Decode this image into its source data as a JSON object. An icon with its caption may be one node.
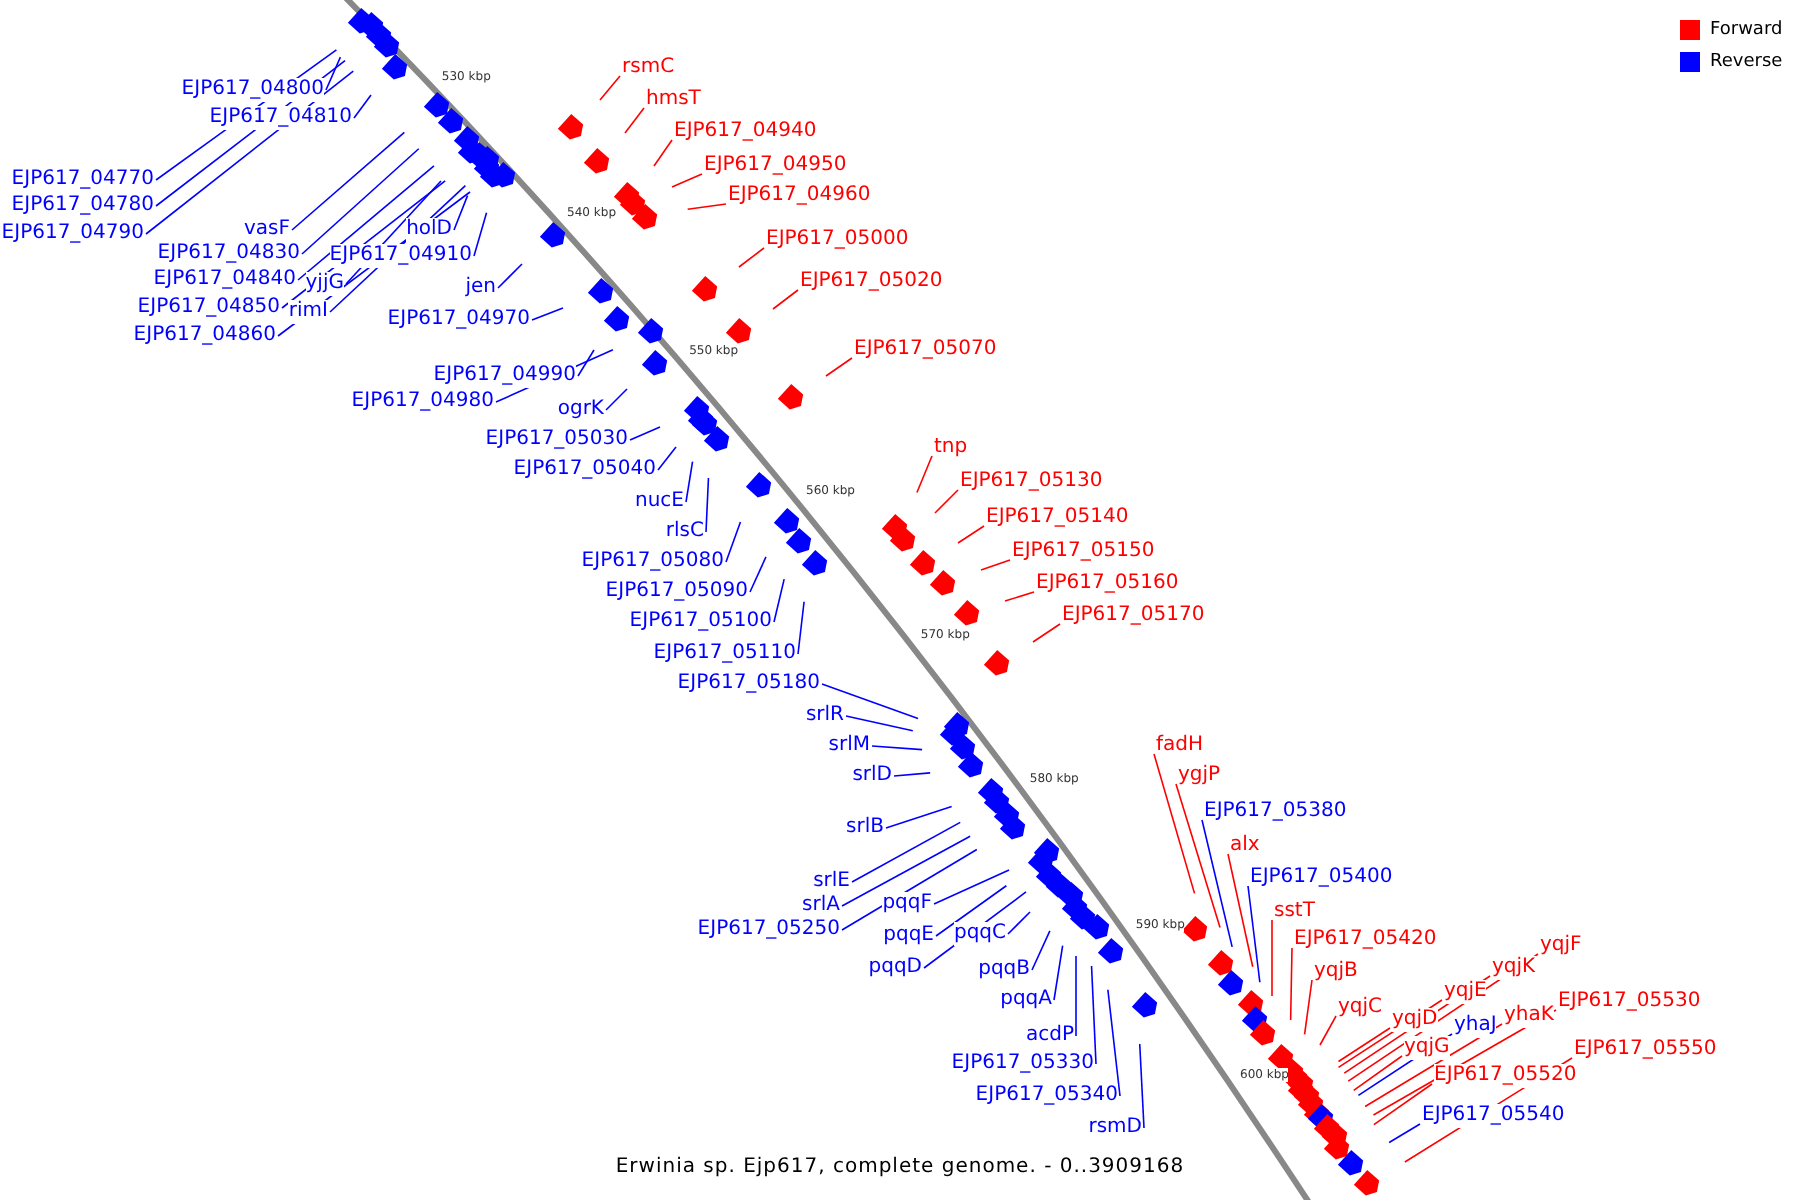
{
  "diagram": {
    "caption": "Erwinia sp. Ejp617, complete genome. - 0..3909168",
    "nodes": [
      {
        "text": [
          "EJP617_04800"
        ]
      },
      {
        "text": [
          "EJP617_04810"
        ]
      },
      {
        "text": [
          "EJP617_04770"
        ]
      },
      {
        "text": [
          "EJP617_04780"
        ]
      },
      {
        "text": [
          "EJP617_04790"
        ]
      },
      {
        "text": [
          "vasF"
        ]
      },
      {
        "text": [
          "EJP617_04830"
        ]
      },
      {
        "text": [
          "EJP617_04840"
        ]
      },
      {
        "text": [
          "EJP617_04850"
        ]
      },
      {
        "text": [
          "EJP617_04860"
        ]
      },
      {
        "text": [
          "holD"
        ]
      },
      {
        "text": [
          "EJP617_04910"
        ]
      },
      {
        "text": [
          "yjjG"
        ]
      },
      {
        "text": [
          "rimI"
        ]
      },
      {
        "text": [
          "jen"
        ]
      },
      {
        "text": [
          "EJP617_04970"
        ]
      },
      {
        "text": [
          "rsmC"
        ]
      },
      {
        "text": [
          "hmsT"
        ]
      },
      {
        "text": [
          "EJP617_04940"
        ]
      },
      {
        "text": [
          "EJP617_04950"
        ]
      },
      {
        "text": [
          "EJP617_04960"
        ]
      },
      {
        "text": [
          "EJP617_05000"
        ]
      },
      {
        "text": [
          "EJP617_05020"
        ]
      },
      {
        "text": [
          "EJP617_05070"
        ]
      },
      {
        "text": [
          "EJP617_04990"
        ]
      },
      {
        "text": [
          "EJP617_04980"
        ]
      },
      {
        "text": [
          "ogrK"
        ]
      },
      {
        "text": [
          "EJP617_05030"
        ]
      },
      {
        "text": [
          "EJP617_05040"
        ]
      },
      {
        "text": [
          "nucE"
        ]
      },
      {
        "text": [
          "rlsC"
        ]
      },
      {
        "text": [
          "EJP617_05080"
        ]
      },
      {
        "text": [
          "EJP617_05090"
        ]
      },
      {
        "text": [
          "EJP617_05100"
        ]
      },
      {
        "text": [
          "EJP617_05110"
        ]
      },
      {
        "text": [
          "EJP617_05180"
        ]
      },
      {
        "text": [
          "tnp"
        ]
      },
      {
        "text": [
          "EJP617_05130"
        ]
      },
      {
        "text": [
          "EJP617_05140"
        ]
      },
      {
        "text": [
          "EJP617_05150"
        ]
      },
      {
        "text": [
          "EJP617_05160"
        ]
      },
      {
        "text": [
          "EJP617_05170"
        ]
      },
      {
        "text": [
          "srlR"
        ]
      },
      {
        "text": [
          "srlM"
        ]
      },
      {
        "text": [
          "srlD"
        ]
      },
      {
        "text": [
          "srlB"
        ]
      },
      {
        "text": [
          "srlE"
        ]
      },
      {
        "text": [
          "srlA"
        ]
      },
      {
        "text": [
          "EJP617_05250"
        ]
      },
      {
        "text": [
          "pqqF"
        ]
      },
      {
        "text": [
          "pqqE"
        ]
      },
      {
        "text": [
          "pqqC"
        ]
      },
      {
        "text": [
          "pqqD"
        ]
      },
      {
        "text": [
          "pqqB"
        ]
      },
      {
        "text": [
          "pqqA"
        ]
      },
      {
        "text": [
          "acdP"
        ]
      },
      {
        "text": [
          "EJP617_05330"
        ]
      },
      {
        "text": [
          "EJP617_05340"
        ]
      },
      {
        "text": [
          "rsmD"
        ]
      },
      {
        "text": [
          "fadH"
        ]
      },
      {
        "text": [
          "ygjP"
        ]
      },
      {
        "text": [
          "EJP617_05380"
        ]
      },
      {
        "text": [
          "alx"
        ]
      },
      {
        "text": [
          "EJP617_05400"
        ]
      },
      {
        "text": [
          "sstT"
        ]
      },
      {
        "text": [
          "EJP617_05420"
        ]
      },
      {
        "text": [
          "yqjB"
        ]
      },
      {
        "text": [
          "yqjC"
        ]
      },
      {
        "text": [
          "yqjD"
        ]
      },
      {
        "text": [
          "yqjE"
        ]
      },
      {
        "text": [
          "yqjK"
        ]
      },
      {
        "text": [
          "yqjF"
        ]
      },
      {
        "text": [
          "yqjG"
        ]
      },
      {
        "text": [
          "yhaJ"
        ]
      },
      {
        "text": [
          "yhaK"
        ]
      },
      {
        "text": [
          "EJP617_05530"
        ]
      },
      {
        "text": [
          "EJP617_05520"
        ]
      },
      {
        "text": [
          "EJP617_05550"
        ]
      },
      {
        "text": [
          "EJP617_05540"
        ]
      }
    ],
    "edges": [
      {
        "from": 0,
        "to": null,
        "arrow": "none",
        "color": "#0000ff"
      },
      {
        "from": 1,
        "to": null,
        "arrow": "none",
        "color": "#0000ff"
      },
      {
        "from": 2,
        "to": null,
        "arrow": "none",
        "color": "#0000ff"
      },
      {
        "from": 3,
        "to": null,
        "arrow": "none",
        "color": "#0000ff"
      },
      {
        "from": 4,
        "to": null,
        "arrow": "none",
        "color": "#0000ff"
      },
      {
        "from": 5,
        "to": null,
        "arrow": "none",
        "color": "#0000ff"
      },
      {
        "from": 6,
        "to": null,
        "arrow": "none",
        "color": "#0000ff"
      },
      {
        "from": 7,
        "to": null,
        "arrow": "none",
        "color": "#0000ff"
      },
      {
        "from": 8,
        "to": null,
        "arrow": "none",
        "color": "#0000ff"
      },
      {
        "from": 9,
        "to": null,
        "arrow": "none",
        "color": "#0000ff"
      },
      {
        "from": 10,
        "to": null,
        "arrow": "none",
        "color": "#0000ff"
      },
      {
        "from": 11,
        "to": null,
        "arrow": "none",
        "color": "#0000ff"
      },
      {
        "from": 12,
        "to": null,
        "arrow": "none",
        "color": "#0000ff"
      },
      {
        "from": 13,
        "to": null,
        "arrow": "none",
        "color": "#0000ff"
      },
      {
        "from": 14,
        "to": null,
        "arrow": "none",
        "color": "#0000ff"
      },
      {
        "from": 15,
        "to": null,
        "arrow": "none",
        "color": "#0000ff"
      },
      {
        "from": 16,
        "to": null,
        "arrow": "none",
        "color": "#ff0000"
      },
      {
        "from": 17,
        "to": null,
        "arrow": "none",
        "color": "#ff0000"
      },
      {
        "from": 18,
        "to": null,
        "arrow": "none",
        "color": "#ff0000"
      },
      {
        "from": 19,
        "to": null,
        "arrow": "none",
        "color": "#ff0000"
      },
      {
        "from": 20,
        "to": null,
        "arrow": "none",
        "color": "#ff0000"
      },
      {
        "from": 21,
        "to": null,
        "arrow": "none",
        "color": "#ff0000"
      },
      {
        "from": 22,
        "to": null,
        "arrow": "none",
        "color": "#ff0000"
      },
      {
        "from": 23,
        "to": null,
        "arrow": "none",
        "color": "#ff0000"
      },
      {
        "from": 24,
        "to": null,
        "arrow": "none",
        "color": "#0000ff"
      },
      {
        "from": 25,
        "to": null,
        "arrow": "none",
        "color": "#0000ff"
      },
      {
        "from": 26,
        "to": null,
        "arrow": "none",
        "color": "#0000ff"
      },
      {
        "from": 27,
        "to": null,
        "arrow": "none",
        "color": "#0000ff"
      },
      {
        "from": 28,
        "to": null,
        "arrow": "none",
        "color": "#0000ff"
      },
      {
        "from": 29,
        "to": null,
        "arrow": "none",
        "color": "#0000ff"
      },
      {
        "from": 30,
        "to": null,
        "arrow": "none",
        "color": "#0000ff"
      },
      {
        "from": 31,
        "to": null,
        "arrow": "none",
        "color": "#0000ff"
      },
      {
        "from": 32,
        "to": null,
        "arrow": "none",
        "color": "#0000ff"
      },
      {
        "from": 33,
        "to": null,
        "arrow": "none",
        "color": "#0000ff"
      },
      {
        "from": 34,
        "to": null,
        "arrow": "none",
        "color": "#0000ff"
      },
      {
        "from": 35,
        "to": null,
        "arrow": "none",
        "color": "#0000ff"
      },
      {
        "from": 36,
        "to": null,
        "arrow": "none",
        "color": "#ff0000"
      },
      {
        "from": 37,
        "to": null,
        "arrow": "none",
        "color": "#ff0000"
      },
      {
        "from": 38,
        "to": null,
        "arrow": "none",
        "color": "#ff0000"
      },
      {
        "from": 39,
        "to": null,
        "arrow": "none",
        "color": "#ff0000"
      },
      {
        "from": 40,
        "to": null,
        "arrow": "none",
        "color": "#ff0000"
      },
      {
        "from": 41,
        "to": null,
        "arrow": "none",
        "color": "#ff0000"
      },
      {
        "from": 42,
        "to": null,
        "arrow": "none",
        "color": "#0000ff"
      },
      {
        "from": 43,
        "to": null,
        "arrow": "none",
        "color": "#0000ff"
      },
      {
        "from": 44,
        "to": null,
        "arrow": "none",
        "color": "#0000ff"
      },
      {
        "from": 45,
        "to": null,
        "arrow": "none",
        "color": "#0000ff"
      },
      {
        "from": 46,
        "to": null,
        "arrow": "none",
        "color": "#0000ff"
      },
      {
        "from": 47,
        "to": null,
        "arrow": "none",
        "color": "#0000ff"
      },
      {
        "from": 48,
        "to": null,
        "arrow": "none",
        "color": "#0000ff"
      },
      {
        "from": 49,
        "to": null,
        "arrow": "none",
        "color": "#0000ff"
      },
      {
        "from": 50,
        "to": null,
        "arrow": "none",
        "color": "#0000ff"
      },
      {
        "from": 51,
        "to": null,
        "arrow": "none",
        "color": "#0000ff"
      },
      {
        "from": 52,
        "to": null,
        "arrow": "none",
        "color": "#0000ff"
      },
      {
        "from": 53,
        "to": null,
        "arrow": "none",
        "color": "#0000ff"
      },
      {
        "from": 54,
        "to": null,
        "arrow": "none",
        "color": "#0000ff"
      },
      {
        "from": 55,
        "to": null,
        "arrow": "none",
        "color": "#0000ff"
      },
      {
        "from": 56,
        "to": null,
        "arrow": "none",
        "color": "#0000ff"
      },
      {
        "from": 57,
        "to": null,
        "arrow": "none",
        "color": "#0000ff"
      },
      {
        "from": 58,
        "to": null,
        "arrow": "none",
        "color": "#0000ff"
      },
      {
        "from": 59,
        "to": null,
        "arrow": "none",
        "color": "#ff0000"
      },
      {
        "from": 60,
        "to": null,
        "arrow": "none",
        "color": "#ff0000"
      },
      {
        "from": 61,
        "to": null,
        "arrow": "none",
        "color": "#0000ff"
      },
      {
        "from": 62,
        "to": null,
        "arrow": "none",
        "color": "#ff0000"
      },
      {
        "from": 63,
        "to": null,
        "arrow": "none",
        "color": "#0000ff"
      },
      {
        "from": 64,
        "to": null,
        "arrow": "none",
        "color": "#ff0000"
      },
      {
        "from": 65,
        "to": null,
        "arrow": "none",
        "color": "#ff0000"
      },
      {
        "from": 66,
        "to": null,
        "arrow": "none",
        "color": "#ff0000"
      },
      {
        "from": 67,
        "to": null,
        "arrow": "none",
        "color": "#ff0000"
      },
      {
        "from": 68,
        "to": null,
        "arrow": "none",
        "color": "#ff0000"
      },
      {
        "from": 69,
        "to": null,
        "arrow": "none",
        "color": "#ff0000"
      },
      {
        "from": 70,
        "to": null,
        "arrow": "none",
        "color": "#ff0000"
      },
      {
        "from": 71,
        "to": null,
        "arrow": "none",
        "color": "#ff0000"
      },
      {
        "from": 72,
        "to": null,
        "arrow": "none",
        "color": "#ff0000"
      },
      {
        "from": 73,
        "to": null,
        "arrow": "none",
        "color": "#0000ff"
      },
      {
        "from": 74,
        "to": null,
        "arrow": "none",
        "color": "#ff0000"
      },
      {
        "from": 75,
        "to": null,
        "arrow": "none",
        "color": "#ff0000"
      },
      {
        "from": 76,
        "to": null,
        "arrow": "none",
        "color": "#ff0000"
      },
      {
        "from": 77,
        "to": null,
        "arrow": "none",
        "color": "#ff0000"
      },
      {
        "from": 78,
        "to": null,
        "arrow": "none",
        "color": "#0000ff"
      }
    ],
    "labels": [
      "530 kbp",
      "540 kbp",
      "550 kbp",
      "560 kbp",
      "570 kbp",
      "580 kbp",
      "590 kbp",
      "600 kbp"
    ],
    "legend": [
      {
        "text": "Forward",
        "color": "#ff0000"
      },
      {
        "text": "Reverse",
        "color": "#0000ff"
      }
    ]
  }
}
